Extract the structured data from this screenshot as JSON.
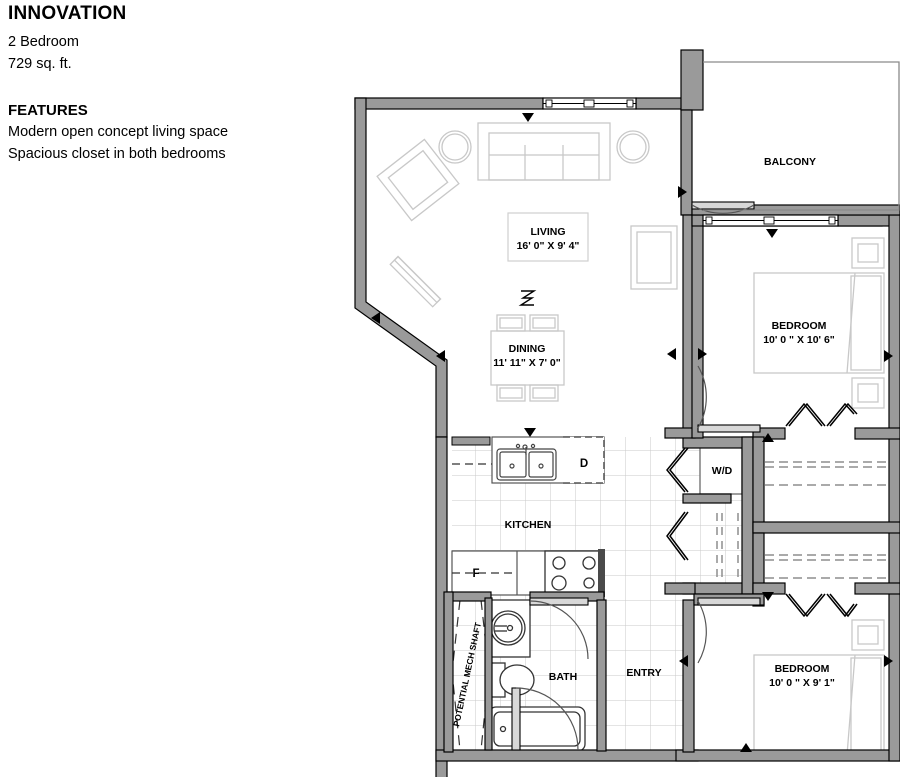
{
  "info": {
    "title": "INNOVATION",
    "bedrooms": "2 Bedroom",
    "area": "729 sq. ft.",
    "features_heading": "FEATURES",
    "features": [
      "Modern open concept living space",
      "Spacious closet in both bedrooms"
    ]
  },
  "plan": {
    "rooms": {
      "living": {
        "name": "LIVING",
        "dimensions": "16' 0\" X 9' 4\""
      },
      "dining": {
        "name": "DINING",
        "dimensions": "11' 11\" X 7' 0\""
      },
      "bedroom_1": {
        "name": "BEDROOM",
        "dimensions": "10' 0 \" X 10' 6\""
      },
      "bedroom_2": {
        "name": "BEDROOM",
        "dimensions": "10' 0 \" X 9' 1\""
      },
      "kitchen": {
        "name": "KITCHEN"
      },
      "bath": {
        "name": "BATH"
      },
      "entry": {
        "name": "ENTRY"
      },
      "balcony": {
        "name": "BALCONY"
      },
      "laundry": {
        "name": "W/D"
      },
      "mech_shaft": {
        "name": "POTENTIAL MECH SHAFT"
      }
    },
    "appliances": {
      "dishwasher": "D",
      "fridge": "F"
    },
    "colors": {
      "wall_fill": "#9a9a9a",
      "wall_stroke": "#000000",
      "furniture_stroke": "#c8c8c8",
      "tile_grid": "#c9c9c9",
      "label_text": "#000000",
      "label_box": "#cfcfcf"
    }
  }
}
